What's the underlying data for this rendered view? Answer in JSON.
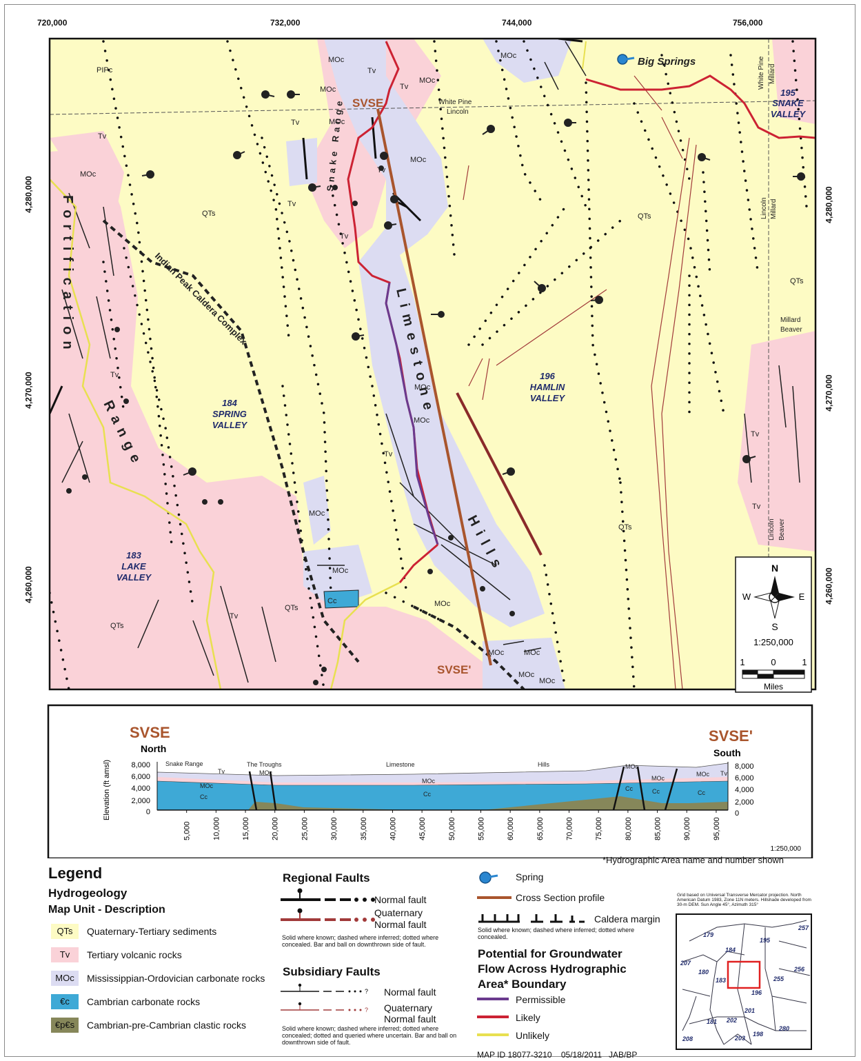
{
  "map": {
    "top_ticks": [
      "720,000",
      "732,000",
      "744,000",
      "756,000"
    ],
    "side_ticks": [
      "4,280,000",
      "4,270,000",
      "4,260,000"
    ],
    "labels": {
      "big_springs": "Big Springs",
      "svse": "SVSE",
      "svse_prime": "SVSE'",
      "snake_range": "Snake Range",
      "limestone": "Limestone",
      "hills": "Hills",
      "fortification": "Fortification",
      "range": "Range",
      "caldera": "Indian Peak Caldera Complex",
      "white_pine": "White Pine",
      "lincoln": "Lincoln",
      "millard": "Millard",
      "beaver": "Beaver",
      "pipc": "PIPc",
      "qts": "QTs",
      "tv": "Tv",
      "moc": "MOc",
      "cc": "Cc"
    },
    "areas": {
      "a195_num": "195",
      "a195_l1": "SNAKE",
      "a195_l2": "VALLEY",
      "a196_num": "196",
      "a196_l1": "HAMLIN",
      "a196_l2": "VALLEY",
      "a184_num": "184",
      "a184_l1": "SPRING",
      "a184_l2": "VALLEY",
      "a183_num": "183",
      "a183_l1": "LAKE",
      "a183_l2": "VALLEY"
    },
    "compass": {
      "n": "N",
      "s": "S",
      "e": "E",
      "w": "W",
      "scale": "1:250,000",
      "bar_left": "1",
      "bar_mid": "0",
      "bar_right": "1",
      "units": "Miles"
    }
  },
  "section": {
    "title_left": "SVSE",
    "dir_left": "North",
    "title_right": "SVSE'",
    "dir_right": "South",
    "ylabel": "Elevation (ft amsl)",
    "y_ticks": [
      "8,000",
      "6,000",
      "4,000",
      "2,000",
      "0"
    ],
    "x_ticks": [
      "5,000",
      "10,000",
      "15,000",
      "20,000",
      "25,000",
      "30,000",
      "35,000",
      "40,000",
      "45,000",
      "50,000",
      "55,000",
      "60,000",
      "65,000",
      "70,000",
      "75,000",
      "80,000",
      "85,000",
      "90,000",
      "95,000"
    ],
    "top_labels": [
      "Snake Range",
      "The Troughs",
      "Limestone",
      "Hills"
    ],
    "scale": "1:250,000",
    "note": "*Hydrographic Area name and number shown"
  },
  "legend": {
    "title": "Legend",
    "hydro_title": "Hydrogeology",
    "unit_header": "Map Unit - Description",
    "units": [
      {
        "code": "QTs",
        "desc": "Quaternary-Tertiary sediments",
        "color": "#fdfbc4"
      },
      {
        "code": "Tv",
        "desc": "Tertiary volcanic rocks",
        "color": "#fad2d8"
      },
      {
        "code": "MOc",
        "desc": "Mississippian-Ordovician carbonate rocks",
        "color": "#dcdcf2"
      },
      {
        "code": "€c",
        "desc": "Cambrian carbonate rocks",
        "color": "#3ea9d6"
      },
      {
        "code": "€p€s",
        "desc": "Cambrian-pre-Cambrian clastic rocks",
        "color": "#86875a"
      }
    ],
    "regional_title": "Regional Faults",
    "regional_items": [
      "Normal fault",
      "Quaternary",
      "Normal fault"
    ],
    "regional_note": "Solid where known; dashed where inferred; dotted where concealed.  Bar and ball on downthrown side of fault.",
    "subsidiary_title": "Subsidiary Faults",
    "subsidiary_items": [
      "Normal fault",
      "Quaternary",
      "Normal fault"
    ],
    "subsidiary_note": "Solid where known; dashed where inferred; dotted where concealed; dotted and queried where uncertain. Bar and ball on downthrown side of fault.",
    "spring": "Spring",
    "cross_section": "Cross Section profile",
    "caldera": "Caldera margin",
    "caldera_note": "Solid where known; dashed where inferred; dotted where concealed.",
    "potential_title_1": "Potential for Groundwater",
    "potential_title_2": "Flow Across Hydrographic",
    "potential_title_3": "Area* Boundary",
    "permissible": "Permissible",
    "likely": "Likely",
    "unlikely": "Unlikely",
    "grid_note": "Grid based on Universal Transverse Mercator projection. North American Datum 1983, Zone 11N meters. Hillshade developed from 30-m DEM. Sun Angle 45°, Azimuth 315°",
    "map_id": "MAP ID 18077-3210    05/18/2011   JAB/BP",
    "inset_labels": [
      "179",
      "195",
      "257",
      "184",
      "207",
      "180",
      "183",
      "256",
      "255",
      "196",
      "201",
      "181",
      "202",
      "280",
      "208",
      "203",
      "198"
    ],
    "colors": {
      "permissible": "#6a3a8e",
      "likely": "#cc2233",
      "unlikely": "#e8e050",
      "cross_section": "#a9552d",
      "spring": "#2a86d0"
    }
  }
}
